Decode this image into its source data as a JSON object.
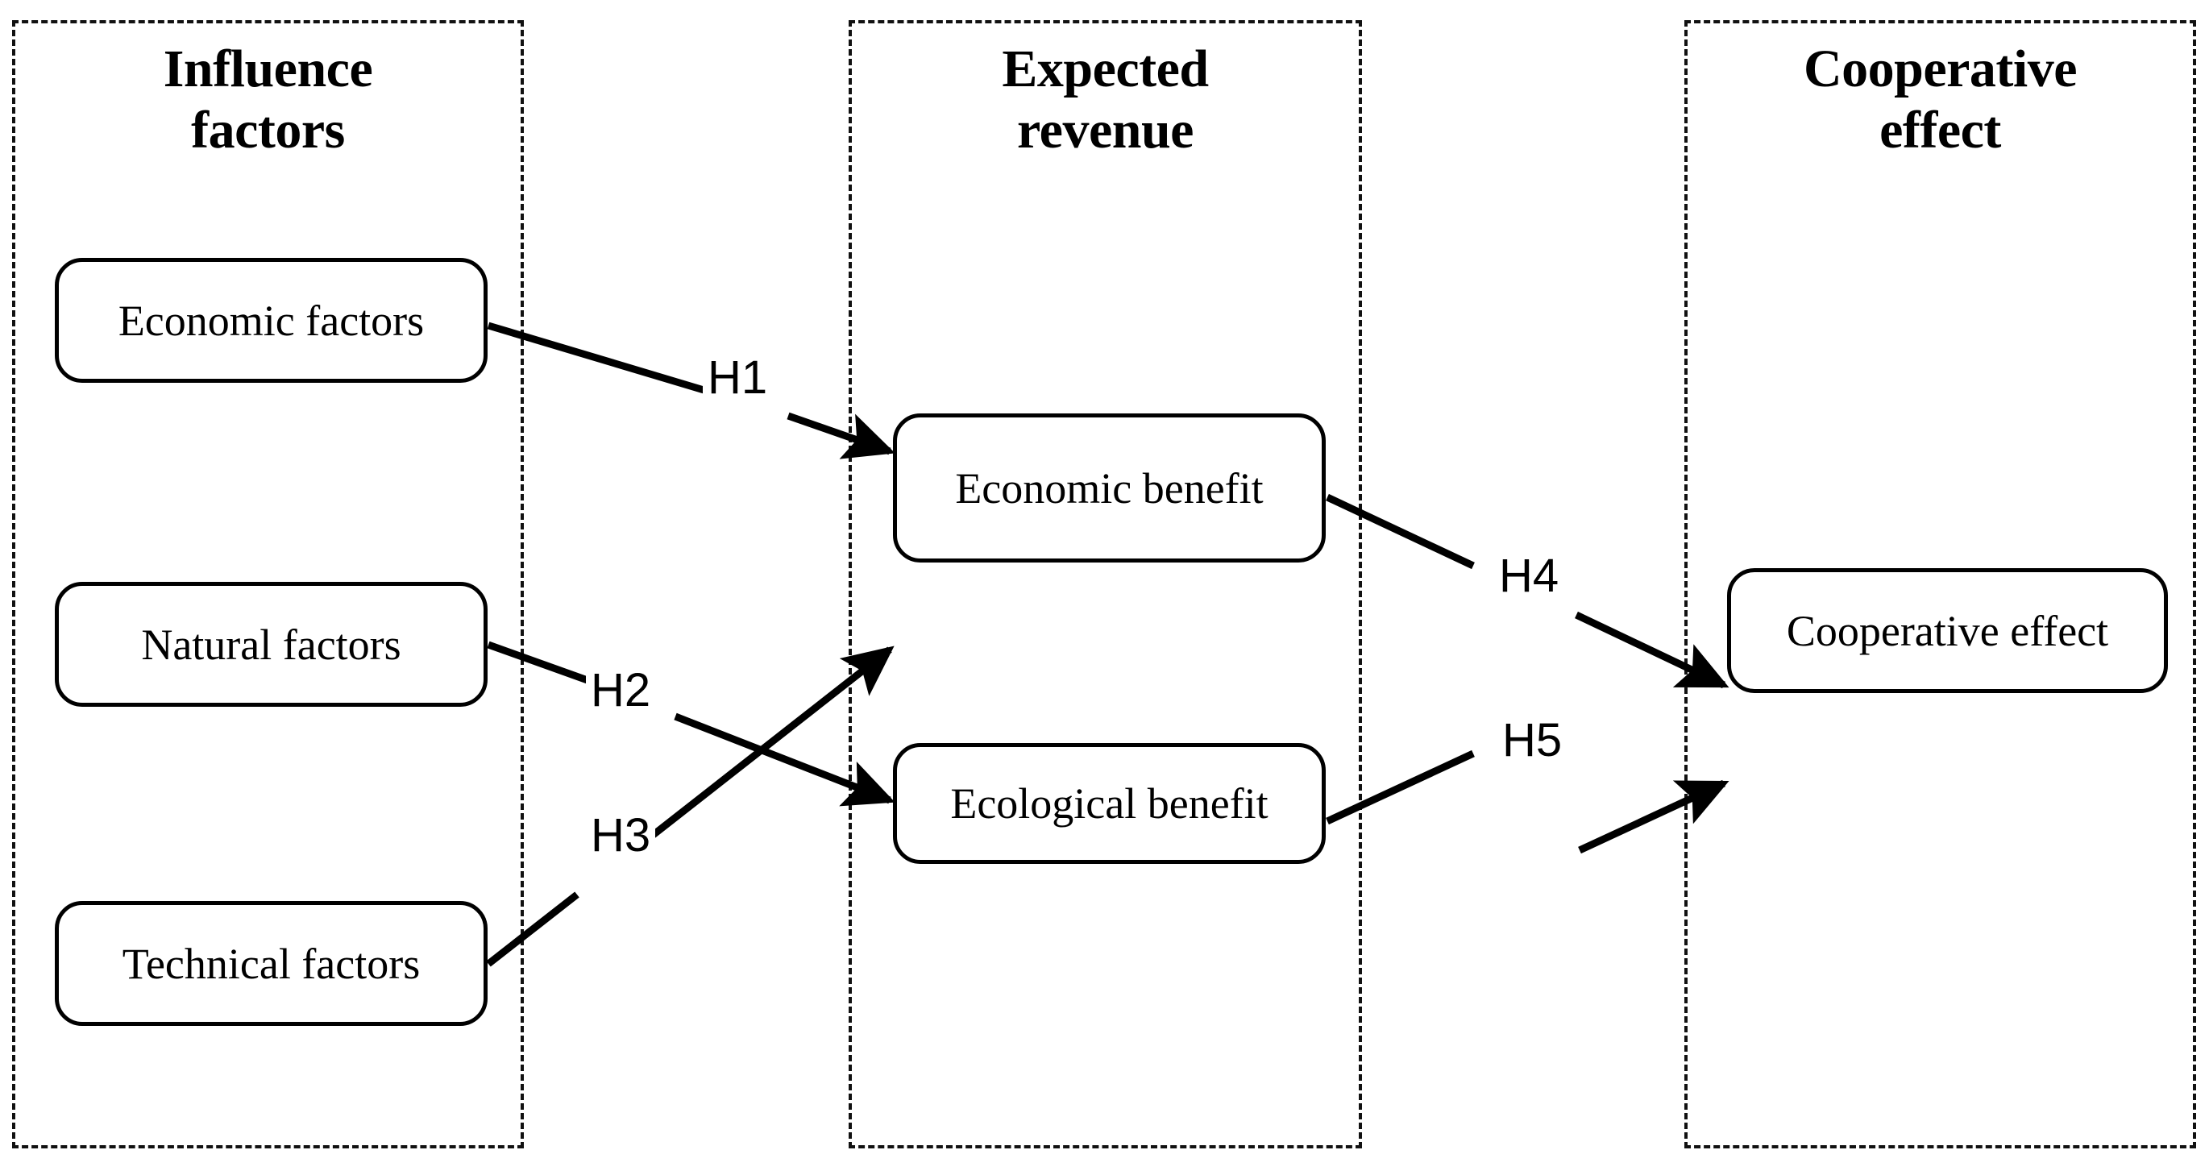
{
  "diagram": {
    "title_hidden": "",
    "panels": [
      {
        "id": "influence-factors",
        "title": "Influence\nfactors"
      },
      {
        "id": "expected-revenue",
        "title": "Expected\nrevenue"
      },
      {
        "id": "cooperative-effect",
        "title": "Cooperative\neffect"
      }
    ],
    "nodes": [
      {
        "id": "economic-factors",
        "label": "Economic factors"
      },
      {
        "id": "natural-factors",
        "label": "Natural factors"
      },
      {
        "id": "technical-factors",
        "label": "Technical factors"
      },
      {
        "id": "economic-benefit",
        "label": "Economic benefit"
      },
      {
        "id": "ecological-benefit",
        "label": "Ecological benefit"
      },
      {
        "id": "cooperative-effect-node",
        "label": "Cooperative effect"
      }
    ],
    "edges": [
      {
        "id": "h1",
        "label": "H1",
        "from": "Economic factors",
        "to": "Economic benefit"
      },
      {
        "id": "h2",
        "label": "H2",
        "from": "Natural factors",
        "to": "Ecological benefit"
      },
      {
        "id": "h3",
        "label": "H3",
        "from": "Technical factors",
        "to": "Economic benefit"
      },
      {
        "id": "h4",
        "label": "H4",
        "from": "Economic benefit",
        "to": "Cooperative effect"
      },
      {
        "id": "h5",
        "label": "H5",
        "from": "Ecological benefit",
        "to": "Cooperative effect"
      }
    ],
    "colors": {
      "stroke": "#000000",
      "panel_border": "#111111",
      "background": "#ffffff"
    }
  }
}
